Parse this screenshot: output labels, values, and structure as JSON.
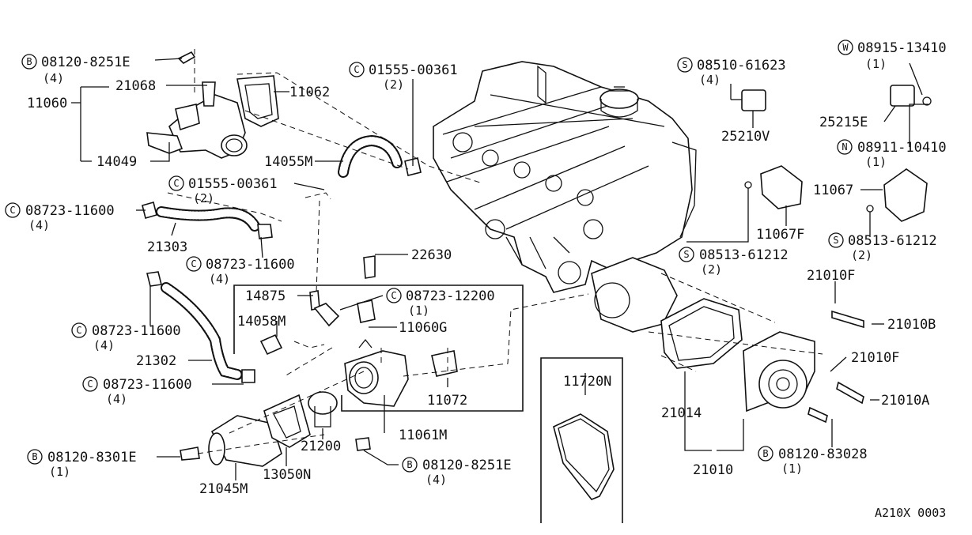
{
  "diagram_id": "A210X 0003",
  "callouts": {
    "c1": {
      "prefix": "B",
      "part": "08120-8251E",
      "qty": "(4)"
    },
    "c2": {
      "part": "21068"
    },
    "c3": {
      "part": "11060"
    },
    "c4": {
      "part": "11062"
    },
    "c5": {
      "part": "14049"
    },
    "c6": {
      "prefix": "C",
      "part": "01555-00361",
      "qty": "(2)"
    },
    "c7": {
      "part": "14055M"
    },
    "c8": {
      "prefix": "C",
      "part": "01555-00361",
      "qty": "(2)"
    },
    "c9": {
      "prefix": "C",
      "part": "08723-11600",
      "qty": "(4)"
    },
    "c10": {
      "part": "21303"
    },
    "c11": {
      "prefix": "C",
      "part": "08723-11600",
      "qty": "(4)"
    },
    "c12": {
      "part": "22630"
    },
    "c13": {
      "part": "14875"
    },
    "c14": {
      "prefix": "C",
      "part": "08723-12200",
      "qty": "(1)"
    },
    "c15": {
      "part": "14058M"
    },
    "c16": {
      "part": "11060G"
    },
    "c17": {
      "prefix": "C",
      "part": "08723-11600",
      "qty": "(4)"
    },
    "c18": {
      "part": "21302"
    },
    "c19": {
      "prefix": "C",
      "part": "08723-11600",
      "qty": "(4)"
    },
    "c20": {
      "part": "11072"
    },
    "c21": {
      "part": "11061M"
    },
    "c22": {
      "part": "21200"
    },
    "c23": {
      "prefix": "B",
      "part": "08120-8301E",
      "qty": "(1)"
    },
    "c24": {
      "part": "13050N"
    },
    "c25": {
      "part": "21045M"
    },
    "c26": {
      "prefix": "B",
      "part": "08120-8251E",
      "qty": "(4)"
    },
    "c27": {
      "part": "11720N"
    },
    "c28": {
      "prefix": "S",
      "part": "08510-61623",
      "qty": "(4)"
    },
    "c29": {
      "part": "25210V"
    },
    "c30": {
      "prefix": "W",
      "part": "08915-13410",
      "qty": "(1)"
    },
    "c31": {
      "part": "25215E"
    },
    "c32": {
      "prefix": "N",
      "part": "08911-10410",
      "qty": "(1)"
    },
    "c33": {
      "part": "11067"
    },
    "c34": {
      "part": "11067F"
    },
    "c35": {
      "prefix": "S",
      "part": "08513-61212",
      "qty": "(2)"
    },
    "c36": {
      "prefix": "S",
      "part": "08513-61212",
      "qty": "(2)"
    },
    "c37": {
      "part": "21010F"
    },
    "c38": {
      "part": "21010B"
    },
    "c39": {
      "part": "21010F"
    },
    "c40": {
      "part": "21010A"
    },
    "c41": {
      "part": "21014"
    },
    "c42": {
      "part": "21010"
    },
    "c43": {
      "prefix": "B",
      "part": "08120-83028",
      "qty": "(1)"
    }
  }
}
